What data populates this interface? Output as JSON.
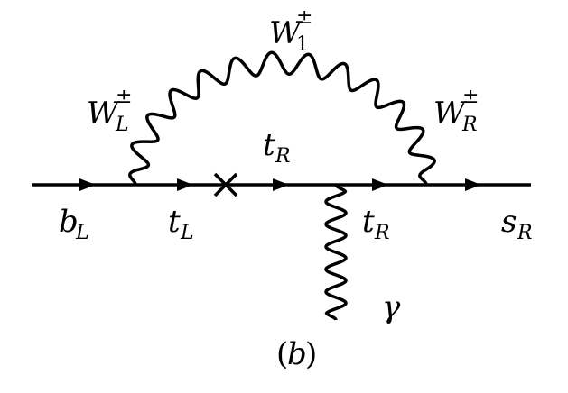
{
  "diagram": {
    "caption": {
      "open": "(",
      "letter": "b",
      "close": ")"
    },
    "particles": {
      "w1": {
        "base": "W",
        "sup": "±",
        "sub": "1"
      },
      "wl": {
        "base": "W",
        "sup": "±",
        "sub": "L"
      },
      "wr": {
        "base": "W",
        "sup": "±",
        "sub": "R"
      },
      "tr_top": {
        "base": "t",
        "sub": "R"
      },
      "bl": {
        "base": "b",
        "sub": "L"
      },
      "tl": {
        "base": "t",
        "sub": "L"
      },
      "tr_bottom": {
        "base": "t",
        "sub": "R"
      },
      "sr": {
        "base": "s",
        "sub": "R"
      },
      "gamma": {
        "base": "γ"
      }
    },
    "mass_insertion": "×",
    "colors": {
      "ink": "#000000",
      "background": "#ffffff"
    }
  }
}
